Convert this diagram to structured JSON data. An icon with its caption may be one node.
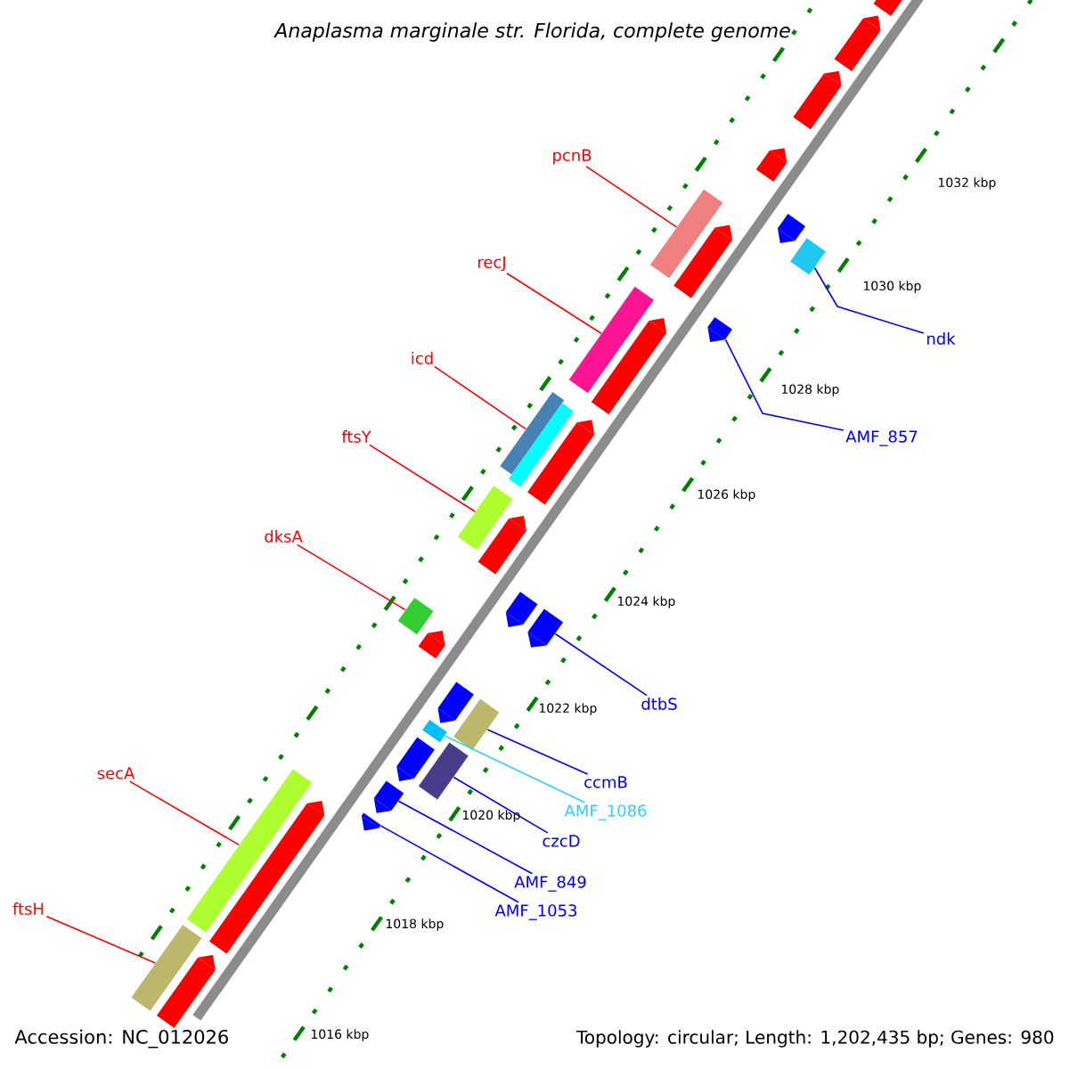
{
  "diagram": {
    "title": "Anaplasma marginale str. Florida, complete genome",
    "nodes": [
      {
        "text": [
          "pcnB"
        ]
      },
      {
        "text": [
          "recJ"
        ]
      },
      {
        "text": [
          "icd"
        ]
      },
      {
        "text": [
          "ftsY"
        ]
      },
      {
        "text": [
          "dksA"
        ]
      },
      {
        "text": [
          "secA"
        ]
      },
      {
        "text": [
          "ftsH"
        ]
      },
      {
        "text": [
          "ndk"
        ]
      },
      {
        "text": [
          "AMF_857"
        ]
      },
      {
        "text": [
          "dtbS"
        ]
      },
      {
        "text": [
          "ccmB"
        ]
      },
      {
        "text": [
          "AMF_1086"
        ]
      },
      {
        "text": [
          "czcD"
        ]
      },
      {
        "text": [
          "AMF_849"
        ]
      },
      {
        "text": [
          "AMF_1053"
        ]
      },
      {
        "text": [],
        "shape": "pentagon"
      },
      {
        "text": [],
        "shape": "pentagon"
      },
      {
        "text": [],
        "shape": "pentagon"
      },
      {
        "text": [],
        "shape": "pentagon"
      },
      {
        "text": [],
        "shape": "pentagon"
      },
      {
        "text": [],
        "shape": "bar"
      },
      {
        "text": [],
        "shape": "bar"
      },
      {
        "text": [],
        "shape": "pentagon"
      },
      {
        "text": [],
        "shape": "pentagon"
      },
      {
        "text": [],
        "shape": "bar"
      },
      {
        "text": [],
        "shape": "pentagon"
      },
      {
        "text": [],
        "shape": "bar"
      },
      {
        "text": [],
        "shape": "pentagon"
      },
      {
        "text": [],
        "shape": "bar"
      },
      {
        "text": [],
        "shape": "bar"
      },
      {
        "text": [],
        "shape": "pentagon"
      },
      {
        "text": [],
        "shape": "pentagon"
      },
      {
        "text": [],
        "shape": "pentagon"
      },
      {
        "text": [],
        "shape": "bar"
      },
      {
        "text": [],
        "shape": "pentagon"
      },
      {
        "text": [],
        "shape": "bar"
      },
      {
        "text": [],
        "shape": "pentagon"
      },
      {
        "text": [],
        "shape": "bar"
      },
      {
        "text": [],
        "shape": "bar"
      },
      {
        "text": [],
        "shape": "pentagon"
      },
      {
        "text": [],
        "shape": "pentagon"
      },
      {
        "text": [],
        "shape": "pentagon"
      },
      {
        "text": [],
        "shape": "bar"
      },
      {
        "text": [],
        "shape": "pentagon"
      },
      {
        "text": [],
        "shape": "bar"
      },
      {
        "text": [],
        "shape": "pentagon"
      }
    ],
    "edges": [
      {
        "from": 0,
        "to": 21,
        "arrow": "none"
      },
      {
        "from": 1,
        "to": 24,
        "arrow": "none"
      },
      {
        "from": 2,
        "to": 26,
        "arrow": "none"
      },
      {
        "from": 3,
        "to": 29,
        "arrow": "none"
      },
      {
        "from": 4,
        "to": 33,
        "arrow": "none"
      },
      {
        "from": 5,
        "to": 42,
        "arrow": "none"
      },
      {
        "from": 6,
        "to": 44,
        "arrow": "none"
      },
      {
        "from": 7,
        "to": 20,
        "arrow": "none",
        "color": "#0000ff"
      },
      {
        "from": 8,
        "to": 23,
        "arrow": "none",
        "color": "#0000ff"
      },
      {
        "from": 9,
        "to": 32,
        "arrow": "none",
        "color": "#0000ff"
      },
      {
        "from": 10,
        "to": 35,
        "arrow": "none",
        "color": "#0000ff"
      },
      {
        "from": 11,
        "to": 37,
        "arrow": "none",
        "color": "#33ccff"
      },
      {
        "from": 12,
        "to": 38,
        "arrow": "none",
        "color": "#0000ff"
      },
      {
        "from": 13,
        "to": 40,
        "arrow": "none",
        "color": "#0000ff"
      },
      {
        "from": 14,
        "to": 41,
        "arrow": "none",
        "color": "#0000ff"
      }
    ],
    "labels": [
      "1032 kbp",
      "1030 kbp",
      "1028 kbp",
      "1026 kbp",
      "1024 kbp",
      "1022 kbp",
      "1020 kbp",
      "1018 kbp",
      "1016 kbp",
      "Accession: NC_012026",
      "Topology: circular; Length: 1,202,435 bp; Genes: 980"
    ]
  }
}
